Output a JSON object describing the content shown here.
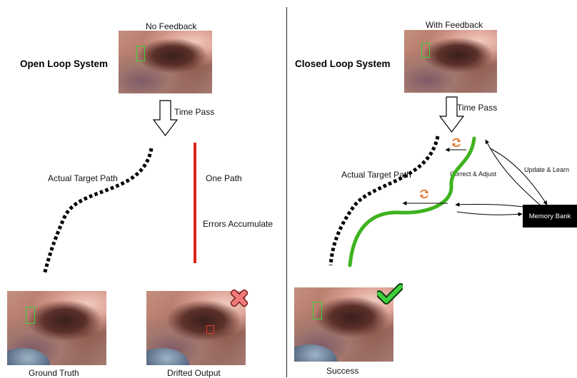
{
  "left": {
    "title": "Open Loop System",
    "feedback_caption": "No Feedback",
    "time_pass_label": "Time Pass",
    "target_path_label": "Actual Target Path",
    "one_path_label": "One Path",
    "errors_label": "Errors Accumulate",
    "ground_truth_caption": "Ground Truth",
    "drifted_caption": "Drifted Output"
  },
  "right": {
    "title": "Closed Loop System",
    "feedback_caption": "With Feedback",
    "time_pass_label": "Time Pass",
    "target_path_label": "Actual Target Path",
    "correct_label": "Correct & Adjust",
    "update_label": "Update & Learn",
    "memory_bank_label": "Memory Bank",
    "success_caption": "Success"
  },
  "colors": {
    "bbox_green": "#39d23a",
    "bbox_red": "#e23b2b",
    "error_line": "#e0261b",
    "corrected_path": "#3fb21f",
    "cycle_icon": "#e8742b",
    "fail_badge": "#f07a7a",
    "success_badge": "#3fcf3f"
  },
  "icons": {
    "fail": "x-mark-icon",
    "success": "check-mark-icon",
    "cycle": "refresh-cycle-icon"
  }
}
